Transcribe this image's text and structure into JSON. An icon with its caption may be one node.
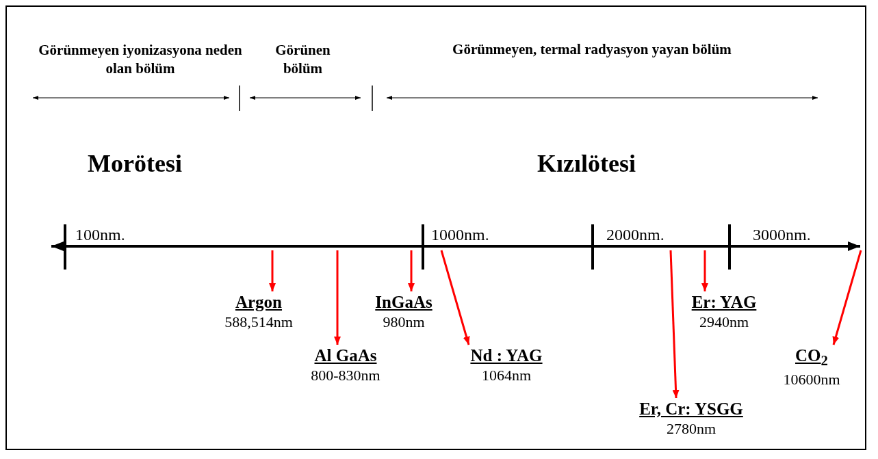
{
  "diagram": {
    "nodes": [
      {
        "text": [
          "Argon",
          "588,514nm"
        ]
      },
      {
        "text": [
          "Al GaAs",
          "800-830nm"
        ]
      },
      {
        "text": [
          "InGaAs",
          "980nm"
        ]
      },
      {
        "text": [
          "Nd : YAG",
          "1064nm"
        ]
      },
      {
        "text": [
          "Er, Cr: YSGG",
          "2780nm"
        ]
      },
      {
        "text": [
          "Er: YAG",
          "2940nm"
        ]
      },
      {
        "text": [
          "CO$_{2}$",
          "10600nm"
        ]
      }
    ],
    "edges": [
      {
        "from": null,
        "to": 0,
        "arrow": "to",
        "color": "#ff0000"
      },
      {
        "from": null,
        "to": 1,
        "arrow": "to",
        "color": "#ff0000"
      },
      {
        "from": null,
        "to": 2,
        "arrow": "to",
        "color": "#ff0000"
      },
      {
        "from": null,
        "to": 3,
        "arrow": "to",
        "color": "#ff0000"
      },
      {
        "from": null,
        "to": 4,
        "arrow": "to",
        "color": "#ff0000"
      },
      {
        "from": null,
        "to": 5,
        "arrow": "to",
        "color": "#ff0000"
      },
      {
        "from": null,
        "to": 6,
        "arrow": "to",
        "color": "#ff0000"
      }
    ],
    "labels": [
      "Görünmeyen iyonizasyona neden olan bölüm",
      "Görünen bölüm",
      "Görünmeyen, termal radyasyon yayan bölüm",
      "Morötesi",
      "Kızılötesi",
      "100nm.",
      "1000nm.",
      "2000nm.",
      "3000nm."
    ]
  }
}
